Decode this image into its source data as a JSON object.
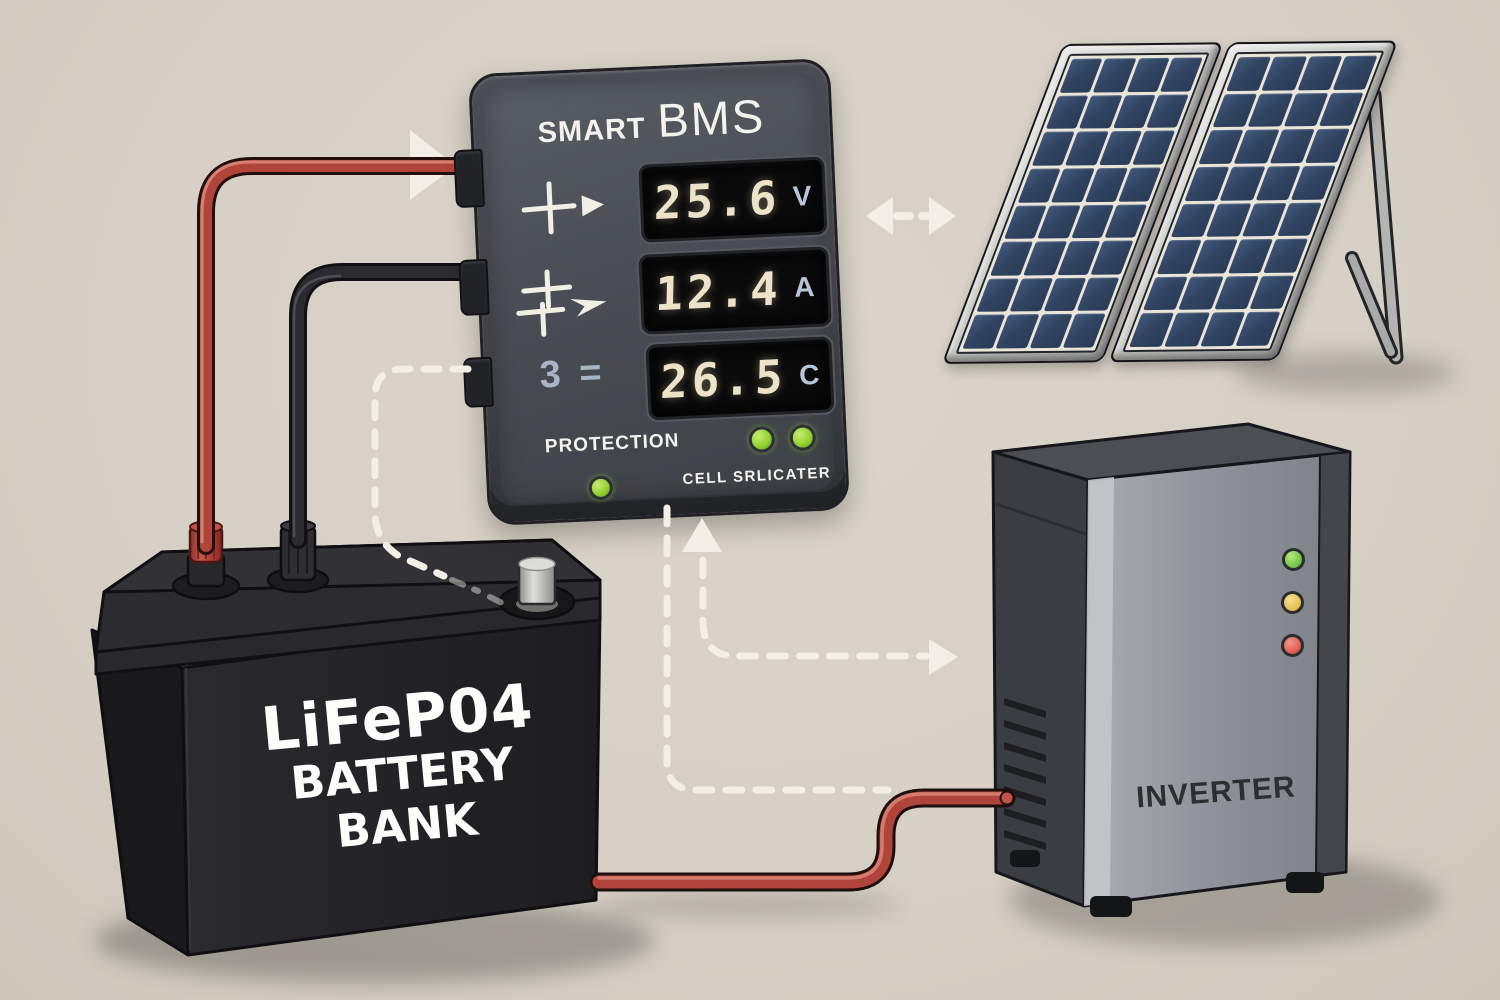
{
  "scene": {
    "background_color": "#d6d0c6"
  },
  "bms": {
    "title_primary": "SMART",
    "title_secondary": "BMS",
    "displays": [
      {
        "value": "25.6",
        "unit": "V"
      },
      {
        "value": "12.4",
        "unit": "A"
      },
      {
        "value": "26.5",
        "unit": "C"
      }
    ],
    "cell_row_label": "3 =",
    "protection_label": "PROTECTION",
    "balancer_label": "CELL SRLICATER",
    "icons": [
      "charge-input-plus-arrow",
      "discharge-plus-minus-arrow"
    ],
    "led_color": "#93d232",
    "body_color": "#46494f",
    "digit_color": "#ece3c9",
    "unit_color": "#b7c6d9"
  },
  "battery": {
    "label_line1": "LiFeP04",
    "label_line2": "BATTERY BANK",
    "body_color": "#242428",
    "positive_terminal_color": "#b2423a",
    "negative_terminal_color": "#2f2f33"
  },
  "inverter": {
    "label": "INVERTER",
    "leds": [
      {
        "name": "green",
        "color": "#77c84e"
      },
      {
        "name": "yellow",
        "color": "#e7c457"
      },
      {
        "name": "red",
        "color": "#e2635a"
      }
    ],
    "front_color": "#90949a"
  },
  "solar_panel": {
    "panel_count": 2,
    "columns": 4,
    "rows": 8,
    "cell_color": "#314563",
    "frame_color": "#c9cbc8"
  },
  "connections": {
    "positive_wire_color": "#b0443b",
    "negative_wire_color": "#2a2a2e",
    "dash_color": "#f3efe6"
  }
}
